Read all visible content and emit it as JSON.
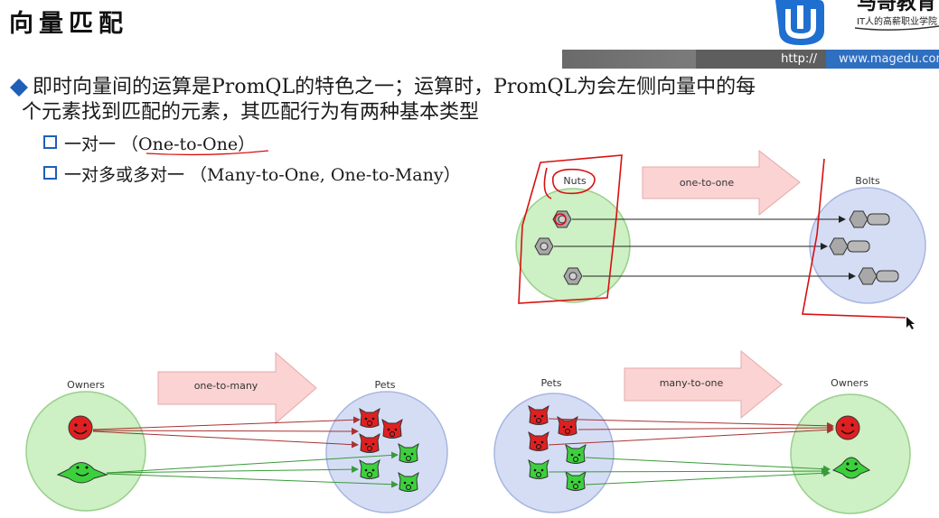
{
  "slide": {
    "title": "向量匹配",
    "brand": {
      "logo_text": "马哥教育",
      "tagline": "IT人的高薪职业学院",
      "url_prefix": "http://",
      "url": "www.magedu.com"
    },
    "main_bullet": {
      "line1": "即时向量间的运算是PromQL的特色之一；运算时，PromQL为会左侧向量中的每",
      "line2": "个元素找到匹配的元素，其匹配行为有两种基本类型"
    },
    "sub_bullets": [
      {
        "text": "一对一 （One-to-One）"
      },
      {
        "text": "一对多或多对一 （Many-to-One, One-to-Many）"
      }
    ]
  },
  "diagrams": {
    "one_to_one": {
      "left_label": "Nuts",
      "arrow_label": "one-to-one",
      "right_label": "Bolts"
    },
    "one_to_many": {
      "left_label": "Owners",
      "arrow_label": "one-to-many",
      "right_label": "Pets"
    },
    "many_to_one": {
      "left_label": "Pets",
      "arrow_label": "many-to-one",
      "right_label": "Owners"
    }
  },
  "colors": {
    "accent_blue": "#1f5fb8",
    "green_circle": "#cdf0c4",
    "blue_circle": "#d5ddf5",
    "arrow_fill": "#fbd3d3",
    "annotation_red": "#d81010",
    "red_line": "#a83232",
    "green_line": "#3a9a3a"
  }
}
